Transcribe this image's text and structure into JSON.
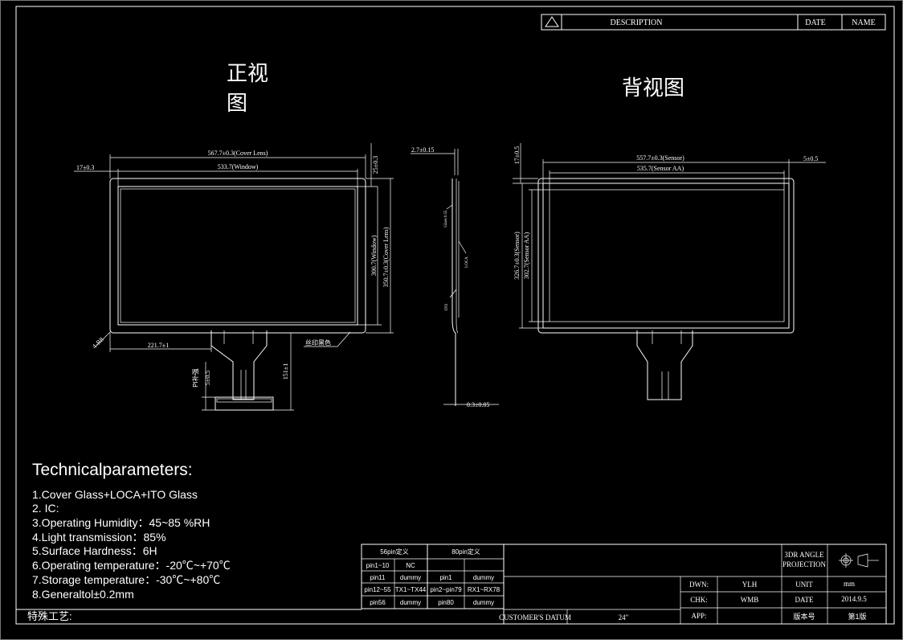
{
  "revision_header": {
    "description": "DESCRIPTION",
    "date": "DATE",
    "name": "NAME"
  },
  "views": {
    "front_title_line1": "正视",
    "front_title_line2": "图",
    "back_title": "背视图"
  },
  "front_dims": {
    "cover_lens_width": "567.7±0.3(Cover Lens)",
    "window_width": "533.7(Window)",
    "left_offset": "17±0.3",
    "top_offset": "25±0.3",
    "window_height": "300.7(Window)",
    "cover_lens_height": "350.7±0.3(Cover Lens)",
    "corner": "4-R8",
    "fpc_offset": "221.7±1",
    "silk_print": "丝印黑色",
    "pi_stiffener": "PI补强",
    "stiffener_len": "5±0.5",
    "fpc_length": "151±1"
  },
  "side_dims": {
    "total_thickness": "2.7±0.15",
    "fpc_thickness": "0.3±0.05",
    "label_a": "Glass 0.55",
    "label_b": "LOCA",
    "label_c": "ITO"
  },
  "back_dims": {
    "top_offset": "17±0.5",
    "sensor_width": "557.7±0.3(Sensor)",
    "sensor_aa_width": "535.7(Sensor AA)",
    "right_offset": "5±0.5",
    "sensor_height": "326.7±0.3(Sensor)",
    "sensor_aa_height": "302.7(Sensor AA)"
  },
  "tech": {
    "heading": "Technicalparameters:",
    "items": [
      "1.Cover Glass+LOCA+ITO Glass",
      "2. IC:",
      "3.Operating Humidity：45~85 %RH",
      "4.Light transmission：85%",
      "5.Surface Hardness：6H",
      "6.Operating temperature：-20℃~+70℃",
      "7.Storage temperature：-30℃~+80℃",
      "8.Generaltol±0.2mm"
    ],
    "special_process": "特殊工艺:"
  },
  "pin_table": {
    "header_56": "56pin定义",
    "header_80": "80pin定义",
    "rows": [
      [
        "pin1~10",
        "NC",
        "",
        ""
      ],
      [
        "pin11",
        "dummy",
        "pin1",
        "dummy"
      ],
      [
        "pin12~55",
        "TX1~TX44",
        "pin2~pin79",
        "RX1~RX78"
      ],
      [
        "pin56",
        "dummy",
        "pin80",
        "dummy"
      ]
    ]
  },
  "title_block": {
    "customer_datum": "CUSTOMER'S DATUM",
    "size": "24\"",
    "dwn_label": "DWN:",
    "dwn_value": "YLH",
    "chk_label": "CHK:",
    "chk_value": "WMB",
    "app_label": "APP:",
    "projection_line1": "3DR  ANGLE",
    "projection_line2": "PROJECTION",
    "unit_label": "UNIT",
    "unit_value": "mm",
    "date_label": "DATE",
    "date_value": "2014.9.5",
    "version_label": "版本号",
    "version_value": "第1版"
  },
  "colors": {
    "background": "#000000",
    "line": "#ffffff"
  }
}
